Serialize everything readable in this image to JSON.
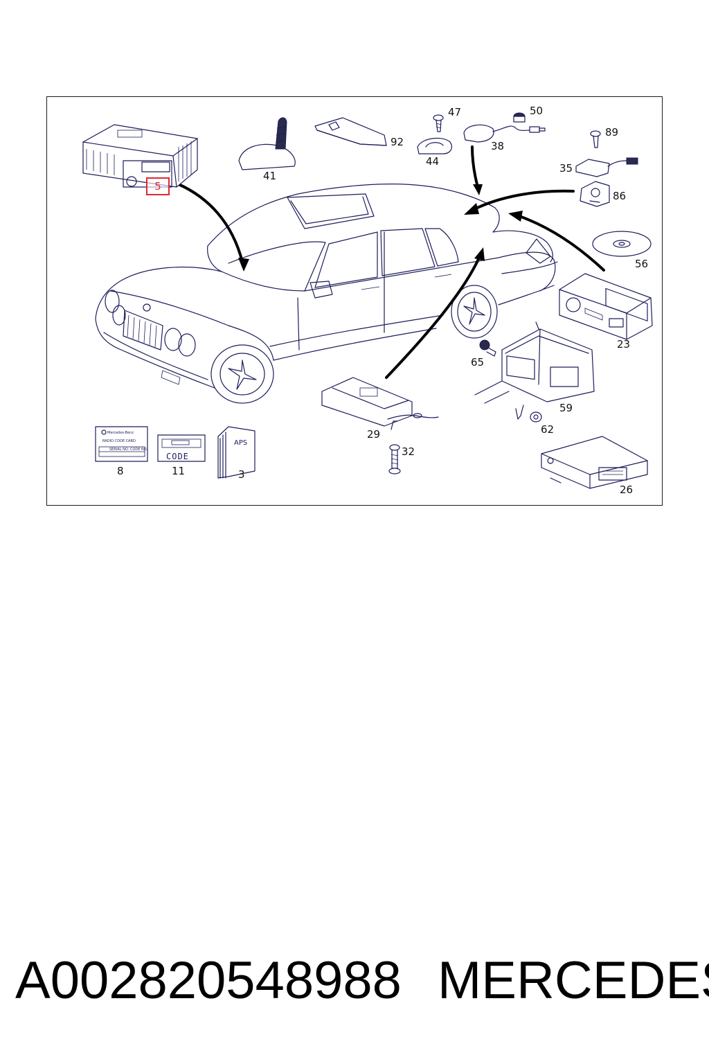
{
  "diagram": {
    "callouts": [
      {
        "id": "5",
        "label": "5",
        "highlighted": true,
        "highlight_color": "#e3262f"
      },
      {
        "id": "41",
        "label": "41"
      },
      {
        "id": "92",
        "label": "92"
      },
      {
        "id": "47",
        "label": "47"
      },
      {
        "id": "44",
        "label": "44"
      },
      {
        "id": "50",
        "label": "50"
      },
      {
        "id": "38",
        "label": "38"
      },
      {
        "id": "89",
        "label": "89"
      },
      {
        "id": "35",
        "label": "35"
      },
      {
        "id": "86",
        "label": "86"
      },
      {
        "id": "56",
        "label": "56"
      },
      {
        "id": "23",
        "label": "23"
      },
      {
        "id": "65",
        "label": "65"
      },
      {
        "id": "59",
        "label": "59"
      },
      {
        "id": "62",
        "label": "62"
      },
      {
        "id": "29",
        "label": "29"
      },
      {
        "id": "32",
        "label": "32"
      },
      {
        "id": "26",
        "label": "26"
      },
      {
        "id": "8",
        "label": "8"
      },
      {
        "id": "11",
        "label": "11"
      },
      {
        "id": "3",
        "label": "3"
      }
    ],
    "code_card_title": "RADIO CODE CARD",
    "code_card_serial": "SERIAL NO.",
    "code_card_code": "CODE NO.",
    "code_label_text": "CODE",
    "manual_text": "APS",
    "line_color": "#1c1c5a"
  },
  "footer": {
    "part_number": "A002820548988",
    "brand": "MERCEDES"
  }
}
